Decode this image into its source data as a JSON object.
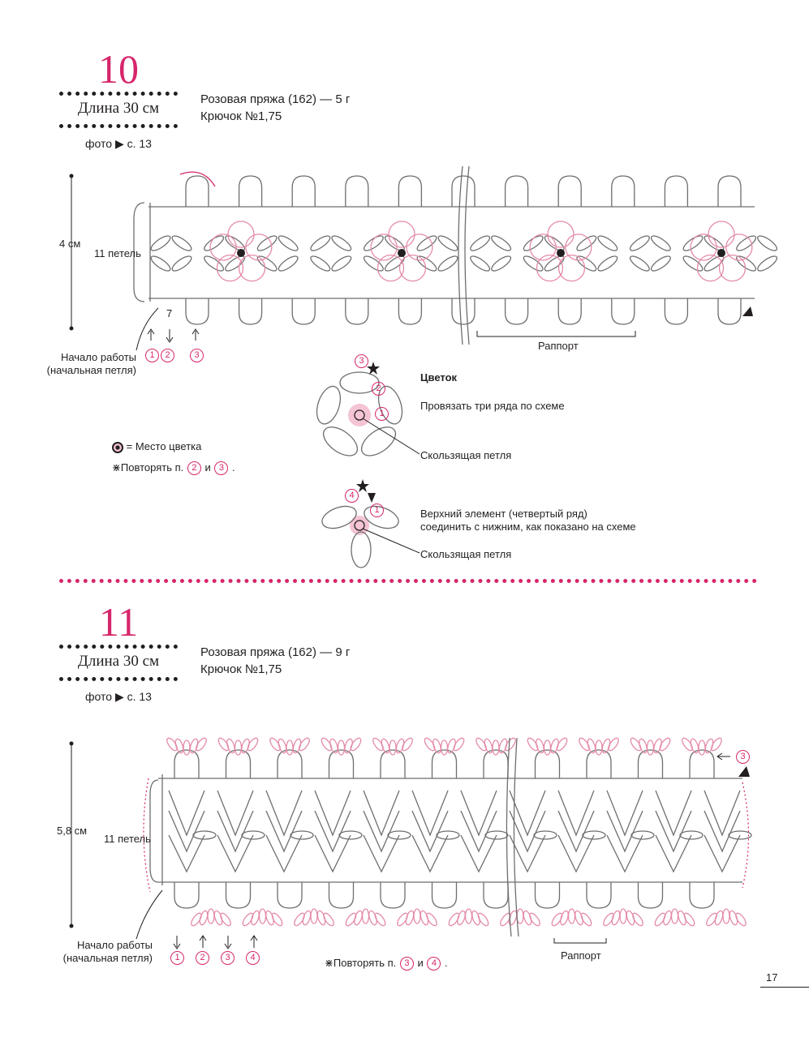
{
  "pattern10": {
    "number": "10",
    "length": "Длина 30 см",
    "yarn": "Розовая пряжа (162) — 5 г",
    "hook": "Крючок №1,75",
    "photo": "фото ▶ с. 13",
    "height_label": "4 см",
    "stitches_label": "11 петель",
    "start_label_1": "Начало работы",
    "start_label_2": "(начальная петля)",
    "repeat_label": "Раппорт",
    "chain_count": "7",
    "row_markers": [
      "1",
      "2",
      "3"
    ],
    "flower_title": "Цветок",
    "flower_instruction": "Провязать три ряда по схеме",
    "slip_loop": "Скользящая петля",
    "flower_rows": [
      "3",
      "2",
      "1"
    ],
    "top_element_line1": "Верхний элемент (четвертый ряд)",
    "top_element_line2": "соединить с нижним, как показано на схеме",
    "top_rows": [
      "4",
      "1"
    ],
    "legend_flower": "= Место цветка",
    "legend_repeat_prefix": "Повторять п.",
    "legend_repeat_and": "и",
    "legend_repeat_rows": [
      "2",
      "3"
    ]
  },
  "pattern11": {
    "number": "11",
    "length": "Длина 30 см",
    "yarn": "Розовая пряжа (162) — 9 г",
    "hook": "Крючок №1,75",
    "photo": "фото ▶ с. 13",
    "height_label": "5,8 см",
    "stitches_label": "11 петель",
    "start_label_1": "Начало работы",
    "start_label_2": "(начальная петля)",
    "repeat_label": "Раппорт",
    "row_markers": [
      "1",
      "2",
      "3",
      "4"
    ],
    "edge_marker": "3",
    "legend_repeat_prefix": "Повторять п.",
    "legend_repeat_and": "и",
    "legend_repeat_rows": [
      "3",
      "4"
    ]
  },
  "page_number": "17",
  "colors": {
    "accent": "#d6266b",
    "chart": "#6d6e71",
    "pink": "#e48aa8"
  }
}
